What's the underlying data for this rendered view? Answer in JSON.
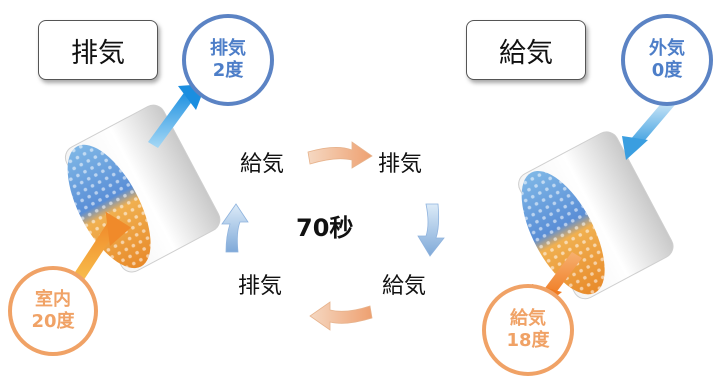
{
  "left": {
    "box_label": "排気",
    "top_circle": {
      "line1": "排気",
      "line2": "2度"
    },
    "bottom_circle": {
      "line1": "室内",
      "line2": "20度"
    }
  },
  "right": {
    "box_label": "給気",
    "top_circle": {
      "line1": "外気",
      "line2": "0度"
    },
    "bottom_circle": {
      "line1": "給気",
      "line2": "18度"
    }
  },
  "cycle": {
    "top_left": "給気",
    "top_right": "排気",
    "bottom_left": "排気",
    "bottom_right": "給気",
    "center": "70秒"
  },
  "colors": {
    "blue": "#5b83c4",
    "orange": "#f0a266",
    "arrow_blue": "#3aa0dc",
    "arrow_orange": "#f08a2a"
  }
}
